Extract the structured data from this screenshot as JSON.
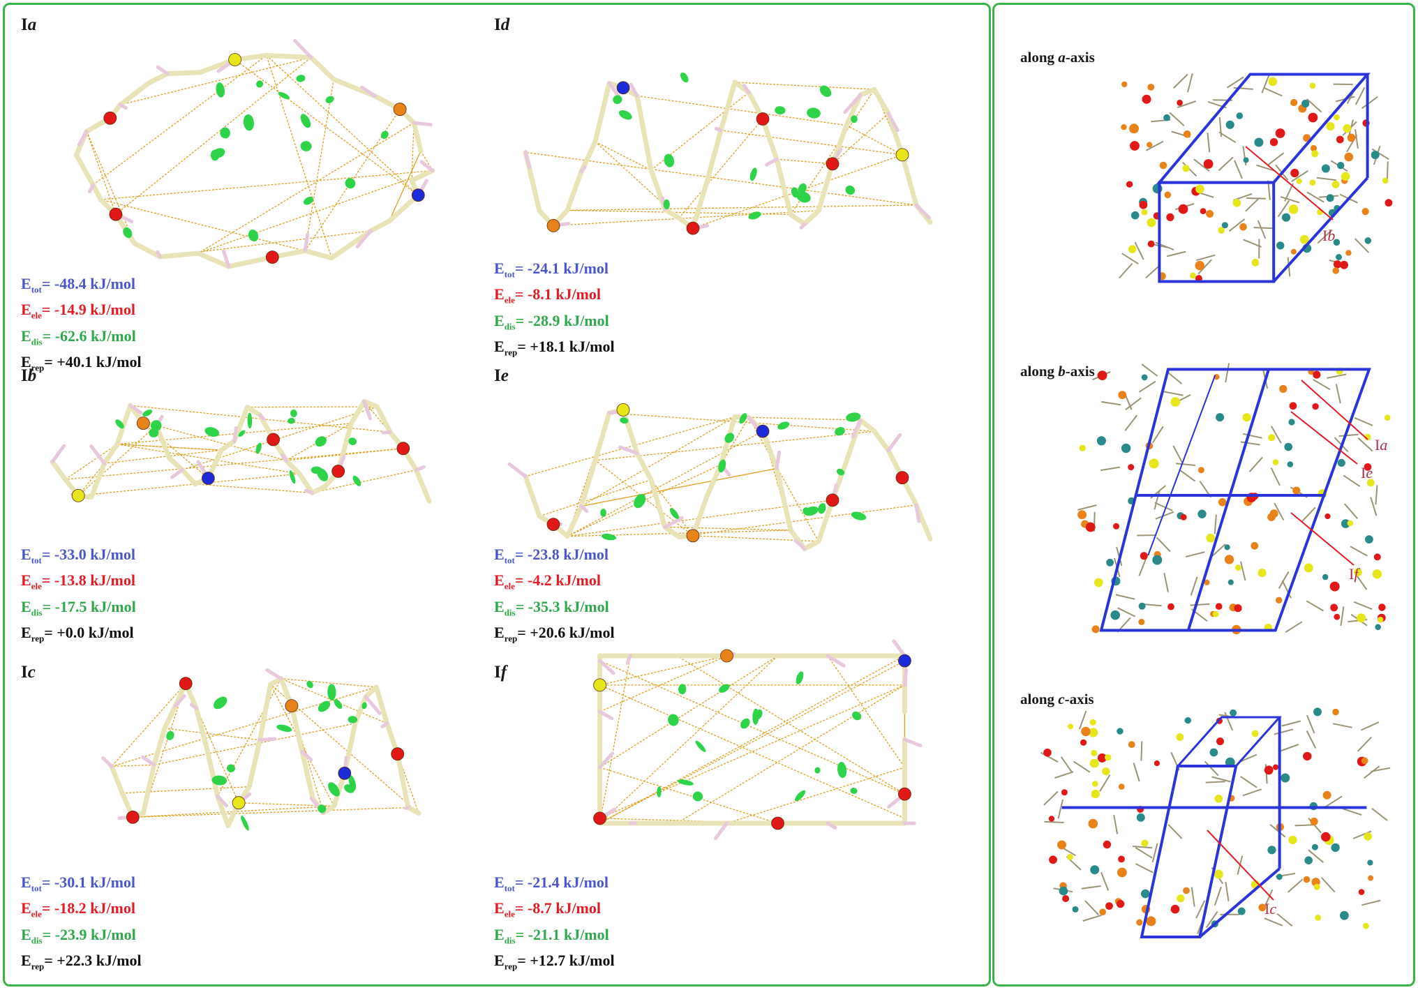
{
  "interactions": [
    {
      "id": "a",
      "prefix": "I",
      "suffix": "a",
      "E_tot": "= -48.4 kJ/mol",
      "E_ele": "= -14.9 kJ/mol",
      "E_dis": "= -62.6 kJ/mol",
      "E_rep": "= +40.1 kJ/mol",
      "ele_sub": "ele"
    },
    {
      "id": "d",
      "prefix": "I",
      "suffix": "d",
      "E_tot": "= -24.1 kJ/mol",
      "E_ele": "= -8.1 kJ/mol",
      "E_dis": "= -28.9 kJ/mol",
      "E_rep": "= +18.1 kJ/mol",
      "ele_sub": "ele"
    },
    {
      "id": "b",
      "prefix": "I",
      "suffix": "b",
      "E_tot": "= -33.0 kJ/mol",
      "E_ele": "= -13.8 kJ/mol",
      "E_dis": "= -17.5 kJ/mol",
      "E_rep": "= +0.0 kJ/mol",
      "ele_sub": "ele"
    },
    {
      "id": "e",
      "prefix": "I",
      "suffix": "e",
      "E_tot": "= -23.8 kJ/mol",
      "E_ele": "= -4.2 kJ/mol",
      "E_dis": "= -35.3 kJ/mol",
      "E_rep": "= +20.6 kJ/mol",
      "ele_sub": "ele"
    },
    {
      "id": "c",
      "prefix": "I",
      "suffix": "c",
      "E_tot": "= -30.1 kJ/mol",
      "E_ele": "= -18.2 kJ/mol",
      "E_dis": "= -23.9 kJ/mol",
      "E_rep": "= +22.3 kJ/mol",
      "ele_sub": "ele"
    },
    {
      "id": "f",
      "prefix": "I",
      "suffix": "f",
      "E_tot": "= -21.4 kJ/mol",
      "E_ele": "= -8.7 kJ/mol",
      "E_dis": "= -21.1 kJ/mol",
      "E_rep": "= +12.7 kJ/mol",
      "ele_sub": "ele"
    }
  ],
  "energy_symbols": {
    "E": "E",
    "tot": "tot",
    "dis": "dis",
    "rep": "rep"
  },
  "axes": [
    {
      "prefix": "along ",
      "axis": "a",
      "suffix": "-axis",
      "callouts": [
        {
          "prefix": "I",
          "suffix": "b"
        }
      ]
    },
    {
      "prefix": "along ",
      "axis": "b",
      "suffix": "-axis",
      "callouts": [
        {
          "prefix": "I",
          "suffix": "a"
        },
        {
          "prefix": "I",
          "suffix": "e"
        },
        {
          "prefix": "I",
          "suffix": "f"
        }
      ]
    },
    {
      "prefix": "along ",
      "axis": "c",
      "suffix": "-axis",
      "callouts": [
        {
          "prefix": "I",
          "suffix": "c"
        }
      ]
    }
  ],
  "colors": {
    "panel_border": "#3cb34a",
    "E_tot": "#4a56c9",
    "E_ele": "#e31b23",
    "E_dis": "#2ea84a",
    "E_rep": "#111111",
    "carbon": "#e8e4b8",
    "hydrogen": "#e8c8dc",
    "oxygen": "#e01818",
    "nitrogen": "#1c2ad8",
    "phosphorus": "#e8821a",
    "sulfur": "#e6e61a",
    "contact": "#e0a020",
    "nci_surface": "#2fd34a",
    "unit_cell": "#2a34d8",
    "callout": "#e31b23"
  }
}
